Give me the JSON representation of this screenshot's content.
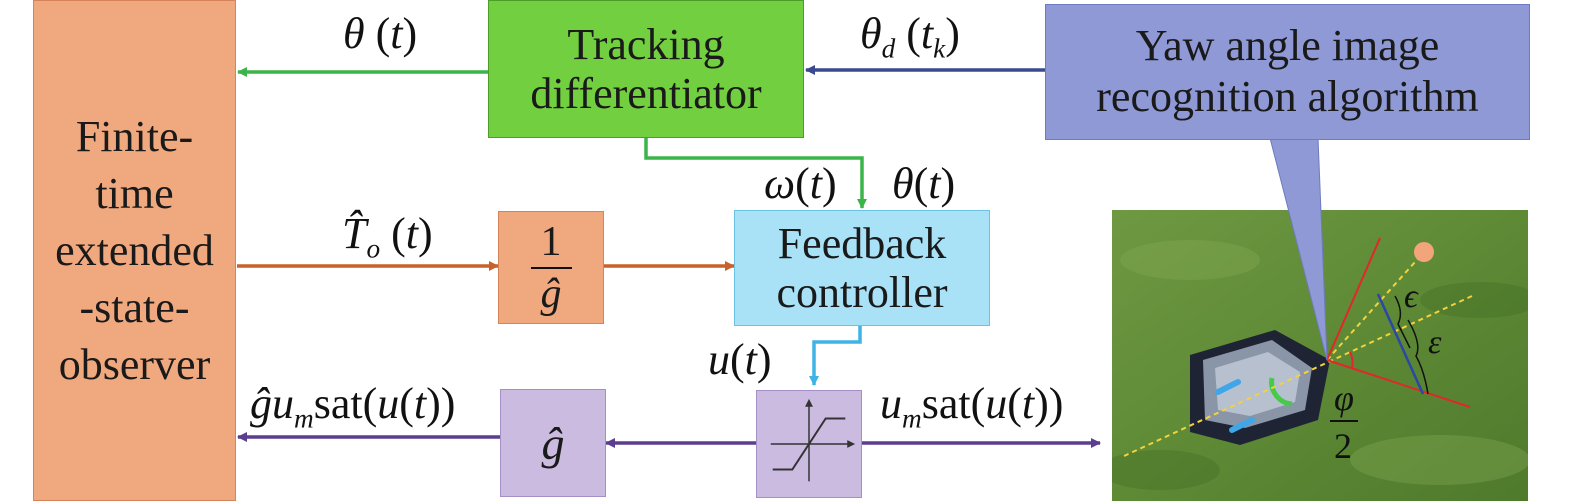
{
  "blocks": {
    "observer": {
      "lines": [
        "Finite-",
        "time",
        "extended",
        "-state-",
        "observer"
      ],
      "color": "#f0a97f"
    },
    "tracking": {
      "lines": [
        "Tracking",
        "differentiator"
      ],
      "color": "#72cf3f"
    },
    "yaw": {
      "lines": [
        "Yaw angle image",
        "recognition algorithm"
      ],
      "color": "#8e99d6"
    },
    "feedback": {
      "lines": [
        "Feedback",
        "controller"
      ],
      "color": "#a9e2f7"
    },
    "inv_gain": {
      "num": "1",
      "den": "ĝ",
      "color": "#f0a97f"
    },
    "gain": {
      "text": "ĝ",
      "color": "#cbbbe1"
    },
    "saturation": {
      "color": "#cbbbe1"
    }
  },
  "signals": {
    "theta_out": {
      "a": "θ",
      "b": " (",
      "c": "t",
      "d": ")"
    },
    "theta_d": {
      "a": "θ",
      "sub": "d",
      "b": " (",
      "c": "t",
      "sub2": "k",
      "d": ")"
    },
    "omega": {
      "a": "ω",
      "b": "(",
      "c": "t",
      "d": ")"
    },
    "theta_fb": {
      "a": "θ",
      "b": "(",
      "c": "t",
      "d": ")"
    },
    "T_hat": {
      "a": "T̂",
      "sub": "o",
      "b": " (",
      "c": "t",
      "d": ")"
    },
    "u": {
      "a": "u",
      "b": "(",
      "c": "t",
      "d": ")"
    },
    "g_u_sat": {
      "a": "ĝu",
      "sub": "m",
      "b": "sat(",
      "c": "u",
      "d": "(",
      "e": "t",
      "f": "))"
    },
    "u_sat": {
      "a": "u",
      "sub": "m",
      "b": "sat(",
      "c": "u",
      "d": "(",
      "e": "t",
      "f": "))"
    }
  },
  "photo_labels": {
    "eps1": "ϵ",
    "eps2": "ε",
    "phi": "φ",
    "two": "2"
  },
  "colors": {
    "green": "#3bb54a",
    "navy": "#3b4a8f",
    "orange": "#c8622a",
    "cyan": "#3fb3e6",
    "purple": "#5c3d8f"
  }
}
